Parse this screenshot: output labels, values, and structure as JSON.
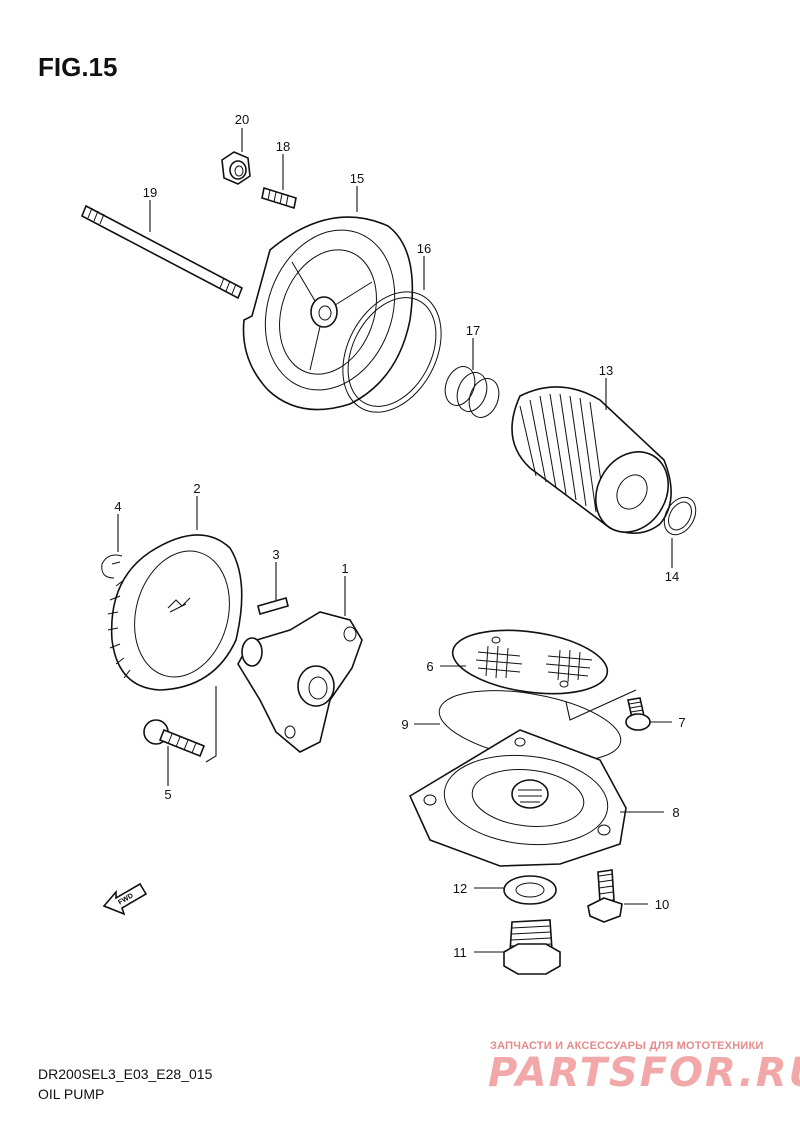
{
  "figure": {
    "title": "FIG.15",
    "code": "DR200SEL3_E03_E28_015",
    "name": "OIL PUMP"
  },
  "watermark": {
    "caption": "ЗАПЧАСТИ И АКСЕССУАРЫ ДЛЯ МОТОТЕХНИКИ",
    "logo": "PARTSFOR.RU"
  },
  "fwd_label": "FWD",
  "callouts": {
    "c1": "1",
    "c2": "2",
    "c3": "3",
    "c4": "4",
    "c5": "5",
    "c6": "6",
    "c7": "7",
    "c8": "8",
    "c9": "9",
    "c10": "10",
    "c11": "11",
    "c12": "12",
    "c13": "13",
    "c14": "14",
    "c15": "15",
    "c16": "16",
    "c17": "17",
    "c18": "18",
    "c19": "19",
    "c20": "20"
  }
}
